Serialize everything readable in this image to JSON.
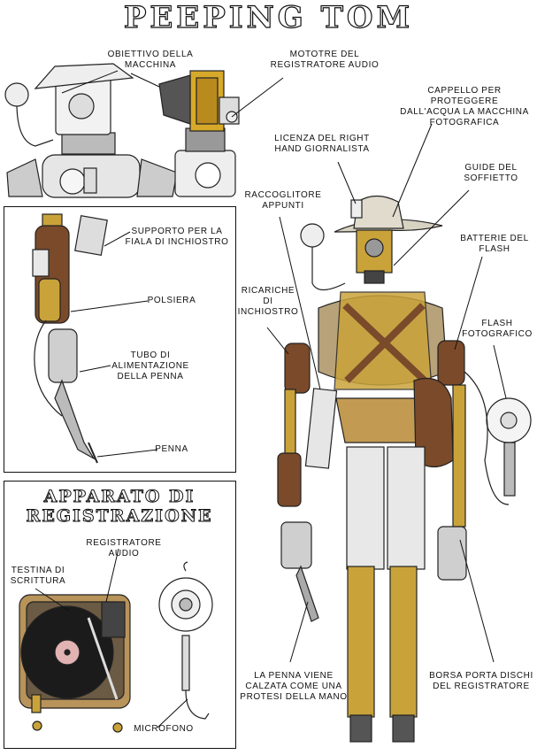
{
  "title": "PEEPING TOM",
  "top_labels": {
    "obiettivo": "OBIETTIVO DELLA\nMACCHINA",
    "motore": "MOTOTRE DEL\nREGISTRATORE AUDIO"
  },
  "right_labels": {
    "cappello": "CAPPELLO PER PROTEGGERE\nDALL'ACQUA LA MACCHINA\nFOTOGRAFICA",
    "licenza": "LICENZA DEL RIGHT\nHAND GIORNALISTA",
    "guide": "GUIDE DEL\nSOFFIETTO",
    "raccoglitore": "RACCOGLITORE\nAPPUNTI",
    "batterie": "BATTERIE DEL\nFLASH",
    "ricariche": "RICARICHE\nDI\nINCHIOSTRO",
    "flash": "FLASH\nFOTOGRAFICO",
    "penna_protesi": "LA PENNA VIENE\nCALZATA COME UNA\nPROTESI DELLA MANO",
    "borsa": "BORSA PORTA DISCHI\nDEL REGISTRATORE"
  },
  "arm_panel": {
    "supporto": "SUPPORTO PER LA\nFIALA DI INCHIOSTRO",
    "polsiera": "POLSIERA",
    "tubo": "TUBO DI\nALIMENTAZIONE\nDELLA PENNA",
    "penna": "PENNA"
  },
  "recording_panel": {
    "title": "APPARATO DI\nREGISTRAZIONE",
    "registratore": "REGISTRATORE AUDIO",
    "testina": "TESTINA DI\nSCRITTURA",
    "microfono": "MICROFONO"
  },
  "colors": {
    "brass": "#c9a33a",
    "leather": "#7a4a2a",
    "steel": "#cfcfcf",
    "ink": "#111111"
  }
}
